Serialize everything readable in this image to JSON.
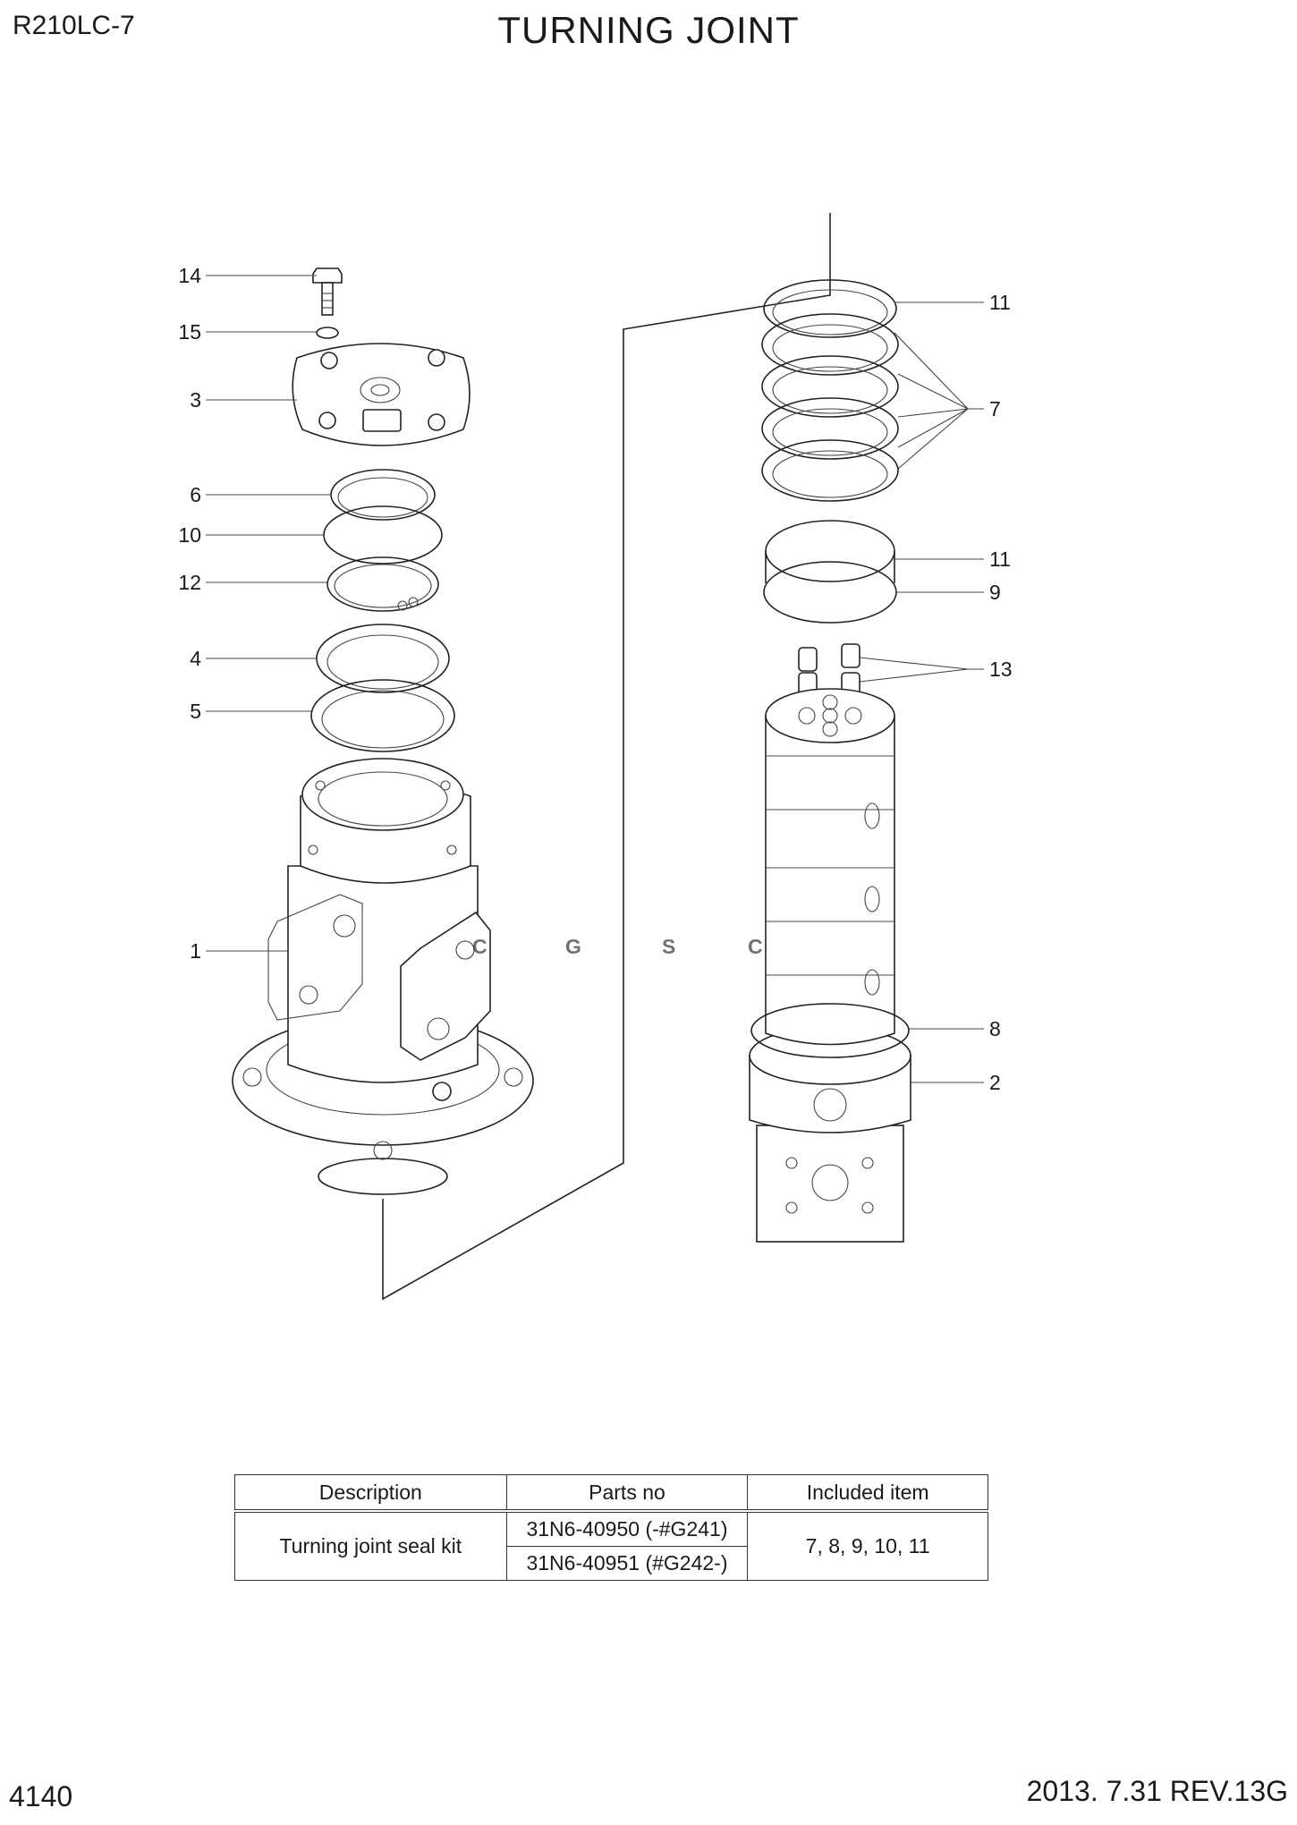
{
  "header": {
    "model": "R210LC-7",
    "title": "TURNING JOINT"
  },
  "watermark": {
    "letters": [
      "C",
      "G",
      "S",
      "C"
    ],
    "colors": [
      "#3b82f6",
      "#ef4444",
      "#facc15",
      "#22a06b"
    ]
  },
  "callouts": {
    "c14": "14",
    "c15": "15",
    "c3": "3",
    "c6": "6",
    "c10": "10",
    "c12": "12",
    "c4": "4",
    "c5": "5",
    "c1": "1",
    "c11a": "11",
    "c7": "7",
    "c11b": "11",
    "c9": "9",
    "c13": "13",
    "c8": "8",
    "c2": "2"
  },
  "parts_table": {
    "headers": [
      "Description",
      "Parts no",
      "Included item"
    ],
    "row": {
      "description": "Turning joint seal kit",
      "part_numbers": [
        "31N6-40950 (-#G241)",
        "31N6-40951 (#G242-)"
      ],
      "included": "7, 8, 9, 10, 11"
    }
  },
  "footer": {
    "page": "4140",
    "date_rev": "2013. 7.31  REV.13G"
  }
}
